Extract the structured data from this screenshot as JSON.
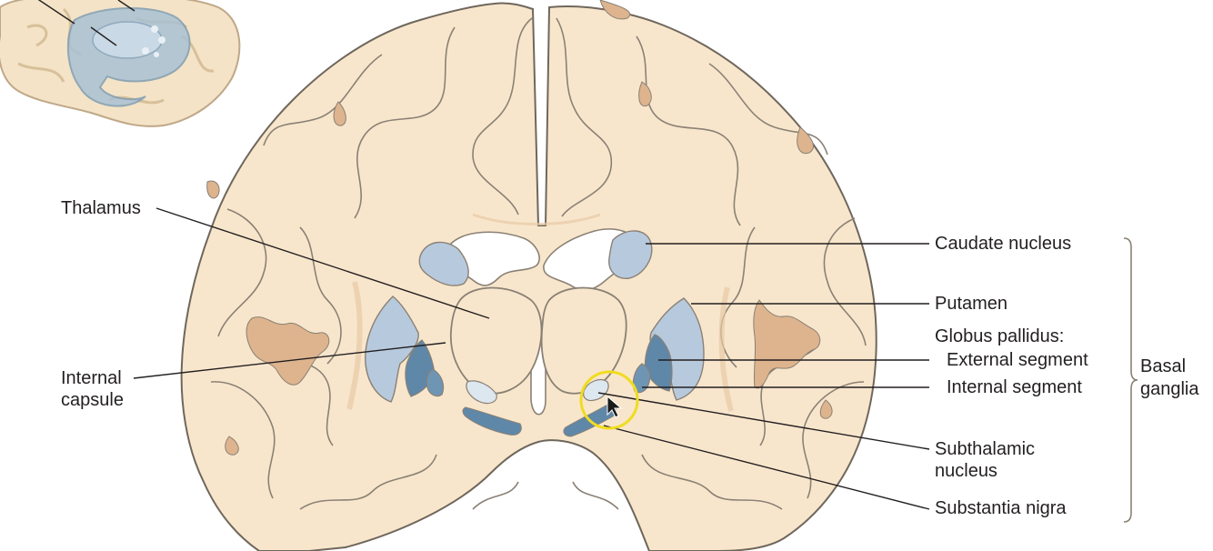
{
  "labels": {
    "thalamus": "Thalamus",
    "internal_capsule_line1": "Internal",
    "internal_capsule_line2": "capsule",
    "caudate_nucleus": "Caudate nucleus",
    "putamen": "Putamen",
    "globus_pallidus": "Globus pallidus:",
    "external_segment": "External segment",
    "internal_segment": "Internal segment",
    "subthalamic_line1": "Subthalamic",
    "subthalamic_line2": "nucleus",
    "substantia_nigra": "Substantia nigra",
    "basal_ganglia_line1": "Basal",
    "basal_ganglia_line2": "ganglia"
  },
  "colors": {
    "brain_tissue": "#f8e6cc",
    "tissue_outline": "#8a8175",
    "sulcus_tan": "#ddb48e",
    "nucleus_light_blue": "#b7c9dd",
    "nucleus_dark_blue": "#5f87a8",
    "ventricle_white": "#ffffff",
    "cursor_highlight": "#f0dc1e"
  },
  "icons": {
    "inset": "brain-lateral-view-icon",
    "cursor": "mouse-cursor-icon"
  }
}
